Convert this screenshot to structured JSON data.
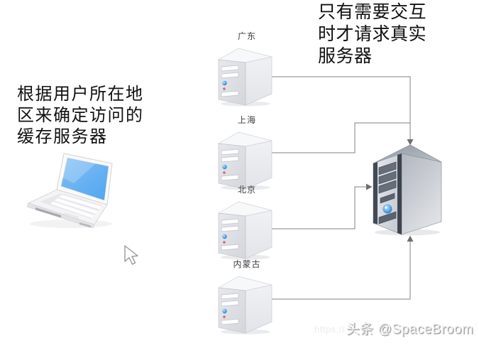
{
  "notes": {
    "left": "根据用户所在地\n区来确定访问的\n缓存服务器",
    "right": "只有需要交互\n时才请求真实\n服务器"
  },
  "cache_servers": [
    {
      "label": "广东"
    },
    {
      "label": "上海"
    },
    {
      "label": "北京"
    },
    {
      "label": "内蒙古"
    }
  ],
  "connections": [
    {
      "from": "广东",
      "to": "origin-server",
      "enters": "top"
    },
    {
      "from": "上海",
      "to": "origin-server",
      "enters": "top"
    },
    {
      "from": "北京",
      "to": "origin-server",
      "enters": "left"
    },
    {
      "from": "内蒙古",
      "to": "origin-server",
      "enters": "bottom"
    }
  ],
  "icons": {
    "client": "laptop-icon",
    "cache_server": "server-tower-icon",
    "origin_server": "origin-server-tower-icon",
    "cursor": "mouse-pointer-icon"
  },
  "watermark": {
    "url_fragment": "https://",
    "credit": "头条 @SpaceBroom"
  },
  "colors": {
    "screen_blue": "#5aacf2",
    "power_blue": "#2e8fe0",
    "line_gray": "#808080",
    "note_text": "#111111",
    "label_text": "#3d3d3d"
  }
}
